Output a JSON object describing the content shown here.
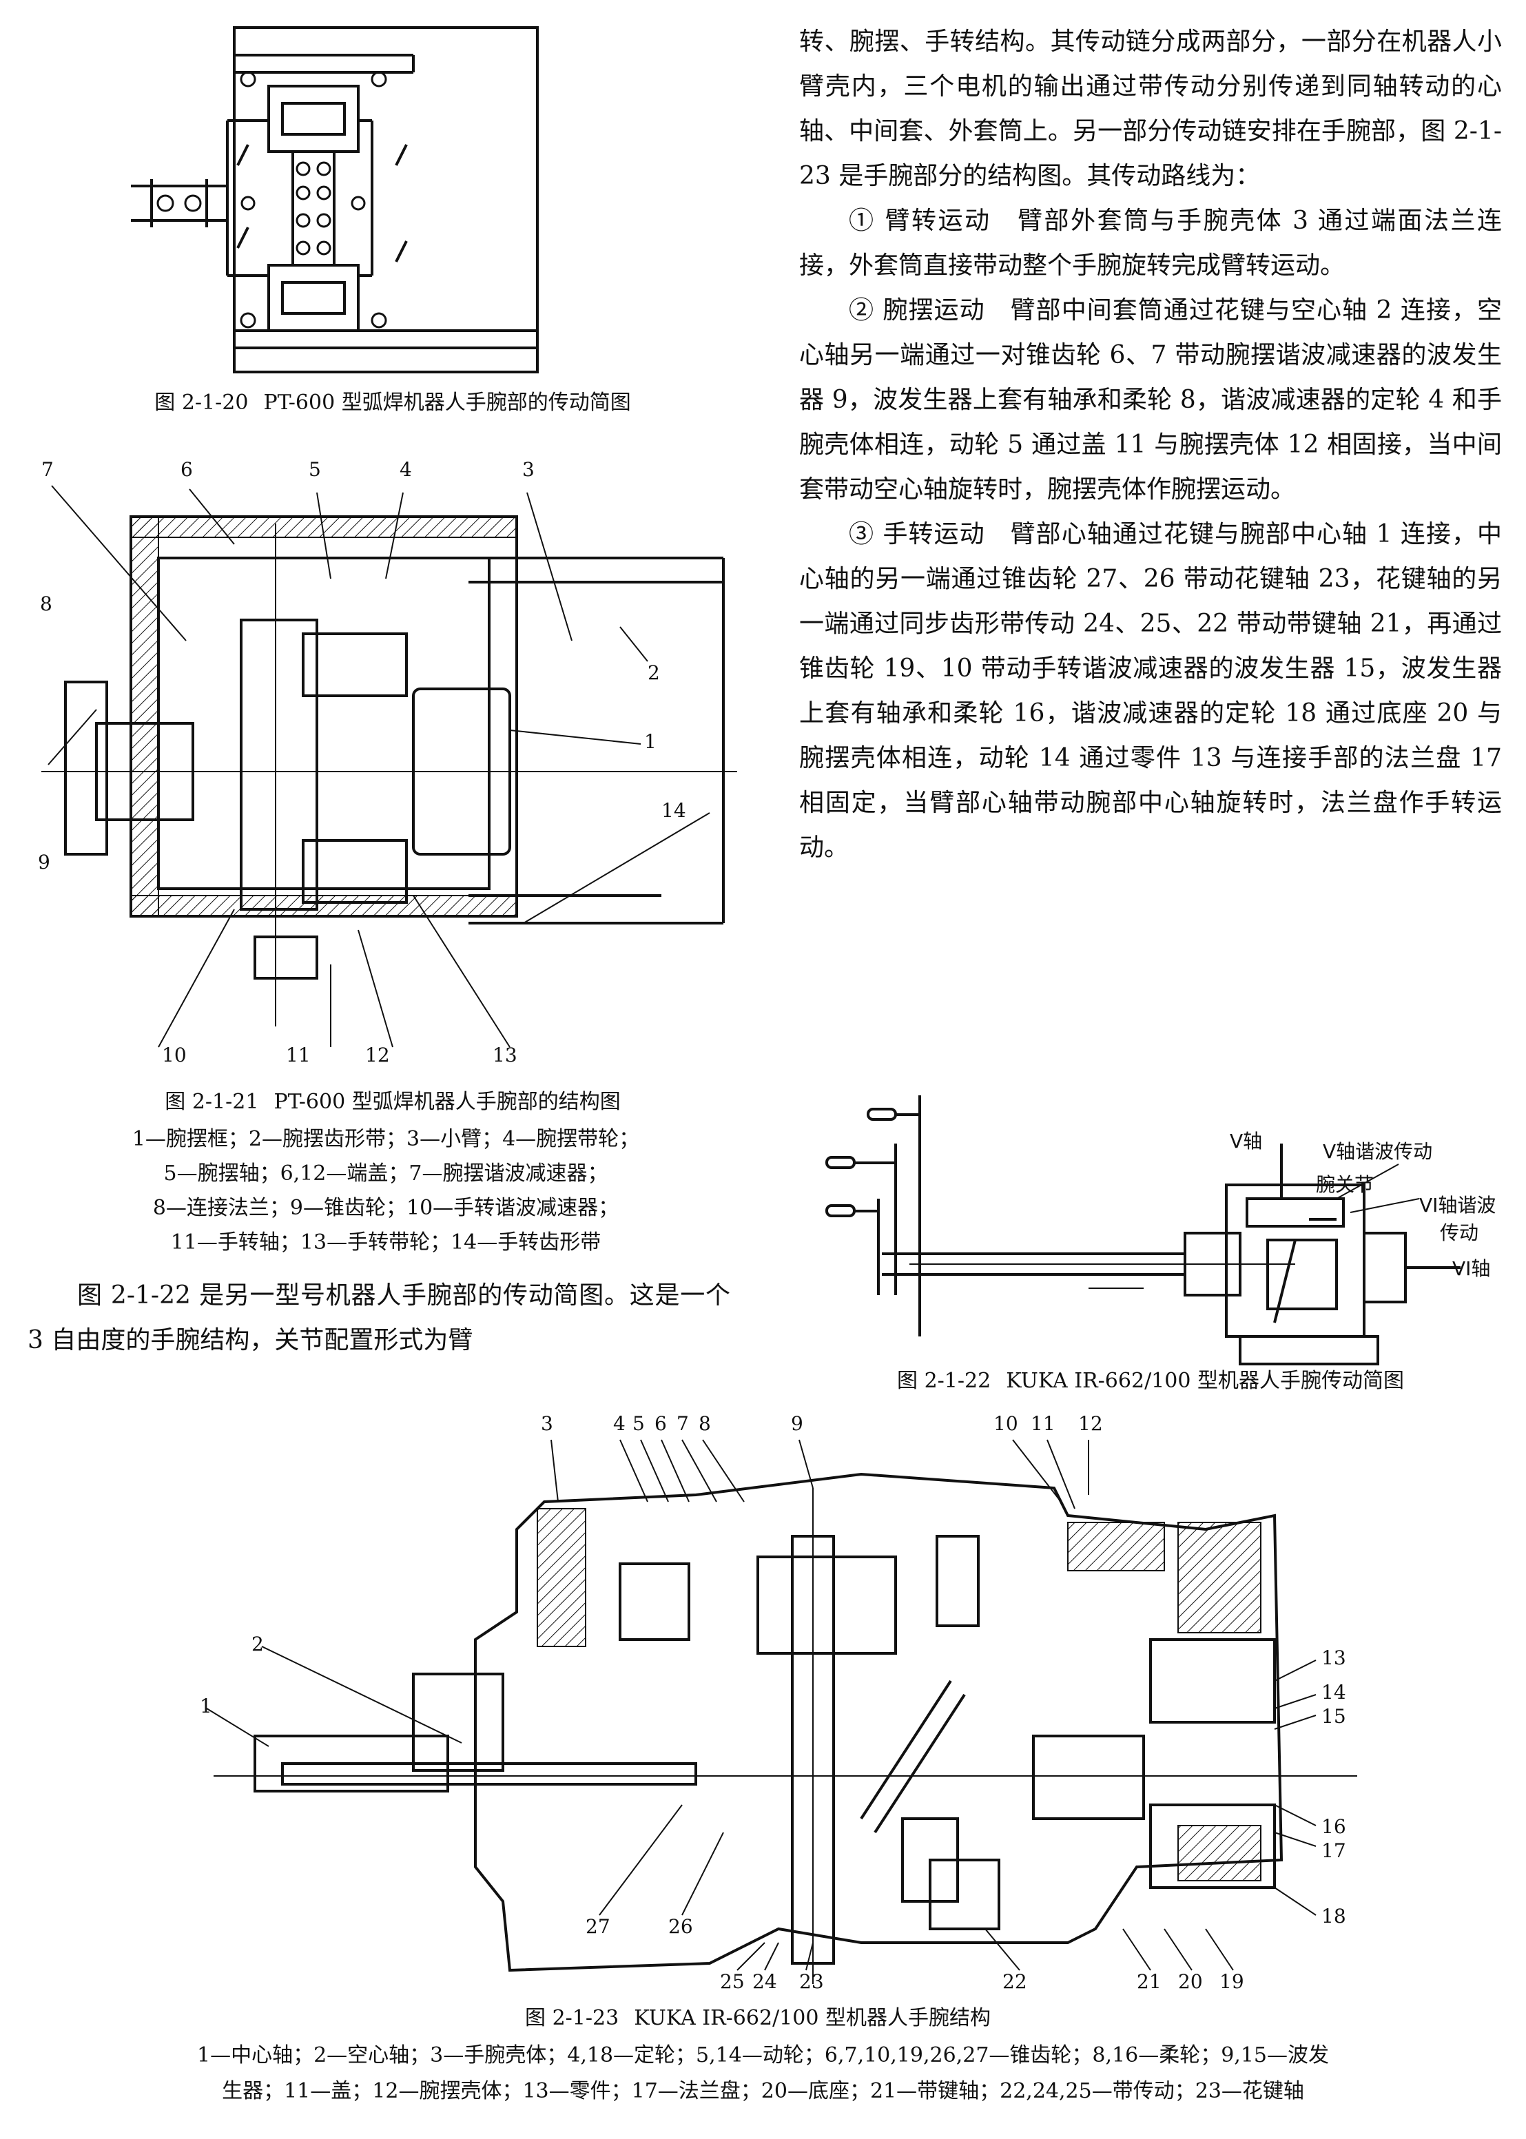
{
  "fig_2_1_20": {
    "number": "图 2-1-20",
    "title": "PT-600 型弧焊机器人手腕部的传动简图"
  },
  "fig_2_1_21": {
    "number": "图 2-1-21",
    "title": "PT-600 型弧焊机器人手腕部的结构图",
    "labels": {
      "l1": "1",
      "l2": "2",
      "l3": "3",
      "l4": "4",
      "l5": "5",
      "l6": "6",
      "l7": "7",
      "l8": "8",
      "l9": "9",
      "l10": "10",
      "l11": "11",
      "l12": "12",
      "l13": "13",
      "l14": "14"
    },
    "legend": [
      "1—腕摆框；2—腕摆齿形带；3—小臂；4—腕摆带轮；",
      "5—腕摆轴；6,12—端盖；7—腕摆谐波减速器；",
      "8—连接法兰；9—锥齿轮；10—手转谐波减速器；",
      "11—手转轴；13—手转带轮；14—手转齿形带"
    ]
  },
  "fig_2_1_22": {
    "number": "图 2-1-22",
    "title": "KUKA IR-662/100 型机器人手腕传动简图",
    "labels": {
      "v_axis": "V轴",
      "v_harmonic": "V轴谐波传动",
      "wrist_joint": "腕关节",
      "vi_harmonic_1": "VI轴谐波",
      "vi_harmonic_2": "传动",
      "vi_axis": "VI轴"
    }
  },
  "fig_2_1_23": {
    "number": "图 2-1-23",
    "title": "KUKA IR-662/100 型机器人手腕结构",
    "labels": {
      "l1": "1",
      "l2": "2",
      "l3": "3",
      "l4": "4",
      "l5": "5",
      "l6": "6",
      "l7": "7",
      "l8": "8",
      "l9": "9",
      "l10": "10",
      "l11": "11",
      "l12": "12",
      "l13": "13",
      "l14": "14",
      "l15": "15",
      "l16": "16",
      "l17": "17",
      "l18": "18",
      "l19": "19",
      "l20": "20",
      "l21": "21",
      "l22": "22",
      "l23": "23",
      "l24": "24",
      "l25": "25",
      "l26": "26",
      "l27": "27"
    },
    "legend": [
      "1—中心轴；2—空心轴；3—手腕壳体；4,18—定轮；5,14—动轮；6,7,10,19,26,27—锥齿轮；8,16—柔轮；9,15—波发",
      "生器；11—盖；12—腕摆壳体；13—零件；17—法兰盘；20—底座；21—带键轴；22,24,25—带传动；23—花键轴"
    ]
  },
  "text_right": {
    "p1": "转、腕摆、手转结构。其传动链分成两部分，一部分在机器人小臂壳内，三个电机的输出通过带传动分别传递到同轴转动的心轴、中间套、外套筒上。另一部分传动链安排在手腕部，图 2-1-23 是手腕部分的结构图。其传动路线为：",
    "p2": "① 臂转运动　臂部外套筒与手腕壳体 3 通过端面法兰连接，外套筒直接带动整个手腕旋转完成臂转运动。",
    "p3": "② 腕摆运动　臂部中间套筒通过花键与空心轴 2 连接，空心轴另一端通过一对锥齿轮 6、7 带动腕摆谐波减速器的波发生器 9，波发生器上套有轴承和柔轮 8，谐波减速器的定轮 4 和手腕壳体相连，动轮 5 通过盖 11 与腕摆壳体 12 相固接，当中间套带动空心轴旋转时，腕摆壳体作腕摆运动。",
    "p4": "③ 手转运动　臂部心轴通过花键与腕部中心轴 1 连接，中心轴的另一端通过锥齿轮 27、26 带动花键轴 23，花键轴的另一端通过同步齿形带传动 24、25、22 带动带键轴 21，再通过锥齿轮 19、10 带动手转谐波减速器的波发生器 15，波发生器上套有轴承和柔轮 16，谐波减速器的定轮 18 通过底座 20 与腕摆壳体相连，动轮 14 通过零件 13 与连接手部的法兰盘 17 相固定，当臂部心轴带动腕部中心轴旋转时，法兰盘作手转运动。"
  },
  "text_left": {
    "p1": "图 2-1-22 是另一型号机器人手腕部的传动简图。这是一个 3 自由度的手腕结构，关节配置形式为臂"
  }
}
